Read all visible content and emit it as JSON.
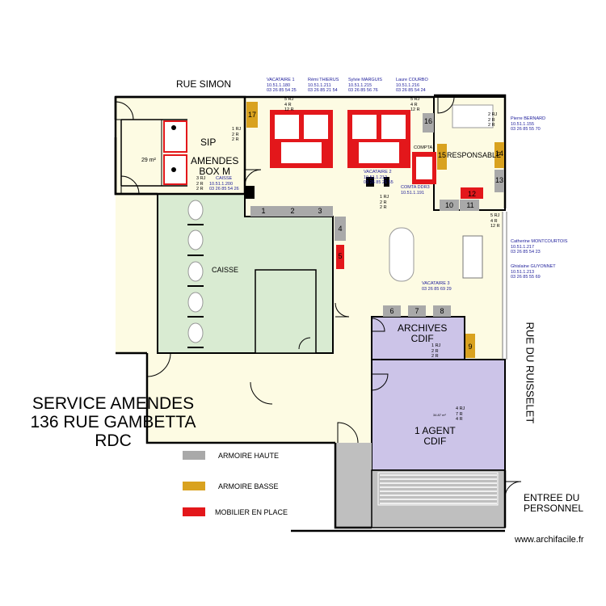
{
  "plan": {
    "title_lines": [
      "SERVICE AMENDES",
      "136 RUE GAMBETTA",
      "RDC"
    ],
    "watermark": "www.archifacile.fr",
    "streets": {
      "top": "RUE SIMON",
      "right": "RUE DU RUISSELET"
    },
    "entrance": [
      "ENTREE DU",
      "PERSONNEL"
    ],
    "rooms": {
      "sip": "SIP",
      "amendes": [
        "AMENDES",
        "BOX M"
      ],
      "area": "29 m²",
      "caisse": "CAISSE",
      "responsable": "RESPONSABLE",
      "archives": [
        "ARCHIVES",
        "CDIF"
      ],
      "agent": [
        "1 AGENT",
        "CDIF"
      ],
      "agent_area": "34.87 m²",
      "compta": "COMPTA"
    },
    "cabinet_numbers": [
      "1",
      "2",
      "3",
      "4",
      "5",
      "6",
      "7",
      "8",
      "9",
      "10",
      "11",
      "12",
      "13",
      "14",
      "15",
      "16",
      "17"
    ],
    "contacts": [
      {
        "lines": [
          "VACATAIRE 1",
          "10.51.1.180",
          "03 26 85 54 25"
        ]
      },
      {
        "lines": [
          "Rémi THIERUS",
          "10.51.1.211",
          "03 26 85 21 54"
        ]
      },
      {
        "lines": [
          "Sylvie MARGUIS",
          "10.51.1.215",
          "03 26 85 56 76"
        ]
      },
      {
        "lines": [
          "Laure COURBO",
          "10.51.1.216",
          "03 26 85 54 24"
        ]
      },
      {
        "lines": [
          "VACATAIRE 2",
          "10.51.1.212",
          "03 26 85 21 55"
        ]
      },
      {
        "lines": [
          "COMTA DDR3",
          "10.51.1.191"
        ]
      },
      {
        "lines": [
          "Pierre BERNARD",
          "10.51.1.155",
          "03 26 85 55 70"
        ]
      },
      {
        "lines": [
          "Catherine MONTCOURTOIS",
          "10.51.1.217",
          "03 26 85 54 23"
        ]
      },
      {
        "lines": [
          "Ghislaine GUYONNET",
          "10.51.1.213",
          "03 26 85 55 69"
        ]
      },
      {
        "lines": [
          "VACATAIRE 3",
          "03 26 85 69 29"
        ]
      },
      {
        "lines": [
          "CAISSE",
          "10.51.1.200",
          "03 26 85 54 26"
        ]
      }
    ],
    "sockets": [
      [
        "5 RJ",
        "4 R",
        "12 R"
      ],
      [
        "5 RJ",
        "4 R",
        "12 R"
      ],
      [
        "1 RJ",
        "2 R",
        "2 R"
      ],
      [
        "3 RJ",
        "2 R",
        "2 R"
      ],
      [
        "1 RJ",
        "2 R",
        "2 R"
      ],
      [
        "2 RJ",
        "2 R",
        "2 R"
      ],
      [
        "5 RJ",
        "4 R",
        "12 R"
      ],
      [
        "1 RJ",
        "2 R",
        "2 R"
      ],
      [
        "4 RJ",
        "7 R",
        "4 R"
      ]
    ],
    "legend": [
      {
        "label": "ARMOIRE HAUTE",
        "color": "#a9a9a9"
      },
      {
        "label": "ARMOIRE BASSE",
        "color": "#d9a21f"
      },
      {
        "label": "MOBILIER EN PLACE",
        "color": "#e3171b"
      }
    ],
    "colors": {
      "floor_main": "#fdfbe3",
      "caisse": "#d9ebd2",
      "cdif": "#ccc4e8",
      "stairs": "#bfbfbf",
      "gray_cab": "#a9a9a9",
      "orange_cab": "#d9a21f",
      "red": "#e3171b"
    }
  }
}
